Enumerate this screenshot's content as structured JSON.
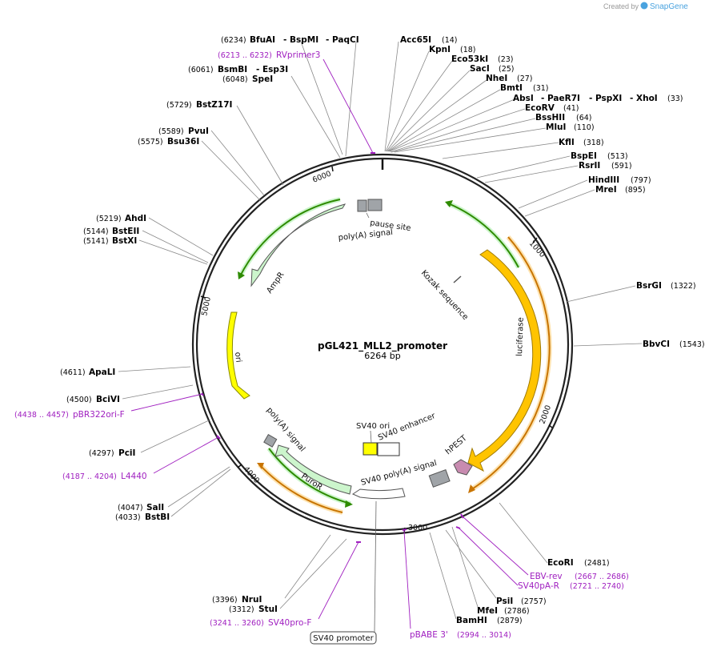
{
  "watermark": {
    "text": "Created by",
    "brand": "SnapGene"
  },
  "plasmid": {
    "name": "pGL421_MLL2_promoter",
    "length_label": "6264 bp"
  },
  "ticks": [
    "1000",
    "2000",
    "3000",
    "4000",
    "5000",
    "6000"
  ],
  "sites_top": [
    {
      "name": "BfuAI",
      "pos": "(6234)"
    },
    {
      "name": "- BspMI",
      "pos": ""
    },
    {
      "name": "- PaqCI",
      "pos": ""
    },
    {
      "name": "BsmBI",
      "pos": "(6061)"
    },
    {
      "name": "- Esp3I",
      "pos": ""
    },
    {
      "name": "SpeI",
      "pos": "(6048)"
    },
    {
      "name": "BstZ17I",
      "pos": "(5729)"
    },
    {
      "name": "PvuI",
      "pos": "(5589)"
    },
    {
      "name": "Bsu36I",
      "pos": "(5575)"
    }
  ],
  "sites_right": [
    {
      "name": "Acc65I",
      "pos": "(14)"
    },
    {
      "name": "KpnI",
      "pos": "(18)"
    },
    {
      "name": "Eco53kI",
      "pos": "(23)"
    },
    {
      "name": "SacI",
      "pos": "(25)"
    },
    {
      "name": "NheI",
      "pos": "(27)"
    },
    {
      "name": "BmtI",
      "pos": "(31)"
    },
    {
      "name": "AbsI",
      "pos": ""
    },
    {
      "name": "- PaeR7I",
      "pos": ""
    },
    {
      "name": "- PspXI",
      "pos": ""
    },
    {
      "name": "- XhoI",
      "pos": "(33)"
    },
    {
      "name": "EcoRV",
      "pos": "(41)"
    },
    {
      "name": "BssHII",
      "pos": "(64)"
    },
    {
      "name": "MluI",
      "pos": "(110)"
    },
    {
      "name": "KflI",
      "pos": "(318)"
    },
    {
      "name": "BspEI",
      "pos": "(513)"
    },
    {
      "name": "RsrII",
      "pos": "(591)"
    },
    {
      "name": "HindIII",
      "pos": "(797)"
    },
    {
      "name": "MreI",
      "pos": "(895)"
    },
    {
      "name": "BsrGI",
      "pos": "(1322)"
    },
    {
      "name": "BbvCI",
      "pos": "(1543)"
    }
  ],
  "sites_left": [
    {
      "name": "AhdI",
      "pos": "(5219)"
    },
    {
      "name": "BstEII",
      "pos": "(5144)"
    },
    {
      "name": "BstXI",
      "pos": "(5141)"
    },
    {
      "name": "ApaLI",
      "pos": "(4611)"
    },
    {
      "name": "BciVI",
      "pos": "(4500)"
    },
    {
      "name": "PciI",
      "pos": "(4297)"
    },
    {
      "name": "SalI",
      "pos": "(4047)"
    },
    {
      "name": "BstBI",
      "pos": "(4033)"
    }
  ],
  "sites_bottom": [
    {
      "name": "NruI",
      "pos": "(3396)"
    },
    {
      "name": "StuI",
      "pos": "(3312)"
    },
    {
      "name": "EcoRI",
      "pos": "(2481)"
    },
    {
      "name": "PsiI",
      "pos": "(2757)"
    },
    {
      "name": "MfeI",
      "pos": "(2786)"
    },
    {
      "name": "BamHI",
      "pos": "(2879)"
    }
  ],
  "primers": [
    {
      "name": "RVprimer3",
      "pos": "(6213 .. 6232)"
    },
    {
      "name": "pBR322ori-F",
      "pos": "(4438 .. 4457)"
    },
    {
      "name": "L4440",
      "pos": "(4187 .. 4204)"
    },
    {
      "name": "SV40pro-F",
      "pos": "(3241 .. 3260)"
    },
    {
      "name": "pBABE 3'",
      "pos": "(2994 .. 3014)"
    },
    {
      "name": "EBV-rev",
      "pos": "(2667 .. 2686)"
    },
    {
      "name": "SV40pA-R",
      "pos": "(2721 .. 2740)"
    }
  ],
  "features": {
    "pause_site": "pause site",
    "polya_top": "poly(A) signal",
    "ampr": "AmpR",
    "kozak": "Kozak sequence",
    "luciferase": "luciferase",
    "ori": "ori",
    "polya_left": "poly(A) signal",
    "puror": "PuroR",
    "sv40_ori": "SV40 ori",
    "sv40_enhancer": "SV40 enhancer",
    "hpest": "hPEST",
    "sv40_polya": "SV40 poly(A) signal",
    "sv40_promoter": "SV40 promoter"
  },
  "colors": {
    "luciferase": "#ffc400",
    "ampr": "#ccf5cc",
    "puror": "#ccf5cc",
    "ori": "#ffff00",
    "hpest": "#c88bb0",
    "polya": "#a0a4a8",
    "primer": "#a020c0",
    "orf_green": "#2e8b00",
    "orf_orange": "#c87400",
    "backbone": "#222222"
  }
}
